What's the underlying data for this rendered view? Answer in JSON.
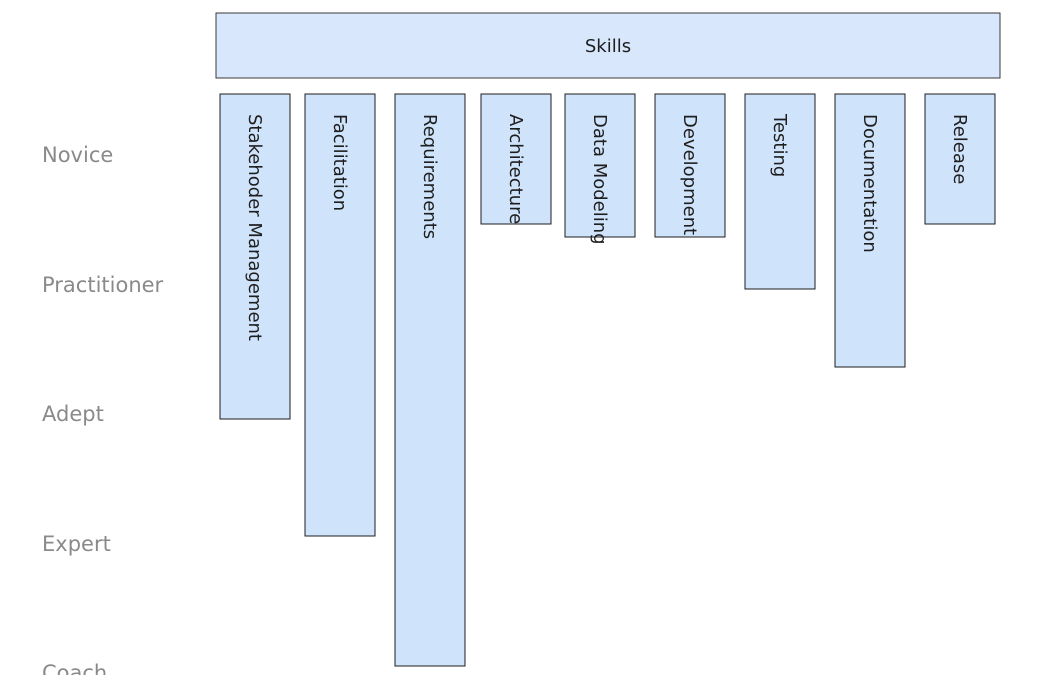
{
  "chart_data": {
    "type": "bar",
    "title": "Skills",
    "y_levels": [
      "Novice",
      "Practitioner",
      "Adept",
      "Expert",
      "Coach"
    ],
    "categories": [
      "Stakehoder Management",
      "Facilitation",
      "Requirements",
      "Architecture",
      "Data Modeling",
      "Development",
      "Testing",
      "Documentation",
      "Release"
    ],
    "values": [
      2.5,
      3.4,
      4.4,
      1.0,
      1.1,
      1.1,
      1.5,
      2.1,
      1.0
    ],
    "ylim": [
      0,
      5
    ],
    "grid": false,
    "legend": "none",
    "colors": {
      "bar_fill": "#cfe3fa",
      "header_fill": "#d8e7fb",
      "stroke": "#1e1e1e",
      "level_text": "#8a8a8a"
    }
  }
}
